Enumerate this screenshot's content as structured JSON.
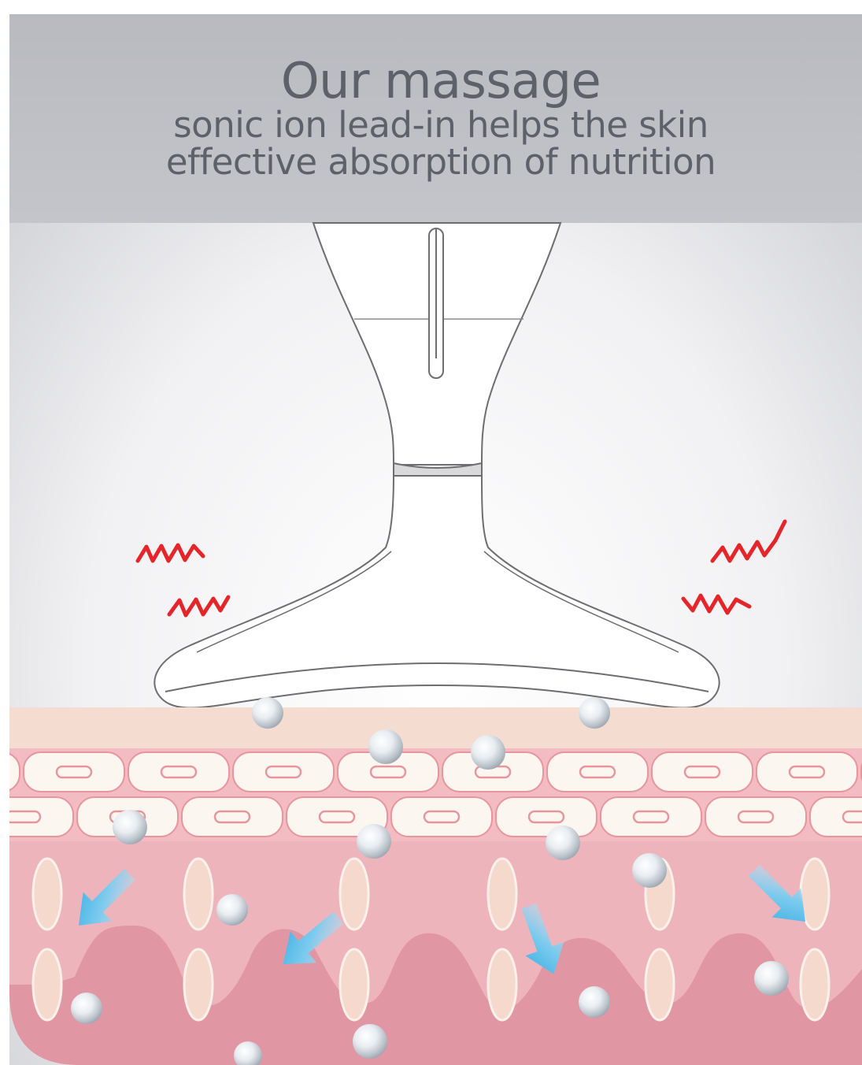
{
  "header": {
    "title": "Our massage",
    "subtitle_line1": "sonic ion lead-in helps the skin",
    "subtitle_line2": "effective absorption of nutrition"
  },
  "colors": {
    "header_band": "#bdbec3",
    "background_fade": "#f3f3f5",
    "vibration_marks": "#e4262b",
    "skin_surface": "#f5dcd0",
    "skin_cells": "#fbf7f0",
    "cell_outline": "#e8969d",
    "dermis": "#eeb4bc",
    "dermis_wave": "#e196a3",
    "arrows": "#47b6e6",
    "device_body": "#ffffff",
    "device_outline": "#6d6e72"
  },
  "icons": {
    "device": "massage-device-icon",
    "vibration": "vibration-wave-icon",
    "nutrient": "nutrient-droplet-icon",
    "arrow": "absorption-arrow-icon"
  }
}
